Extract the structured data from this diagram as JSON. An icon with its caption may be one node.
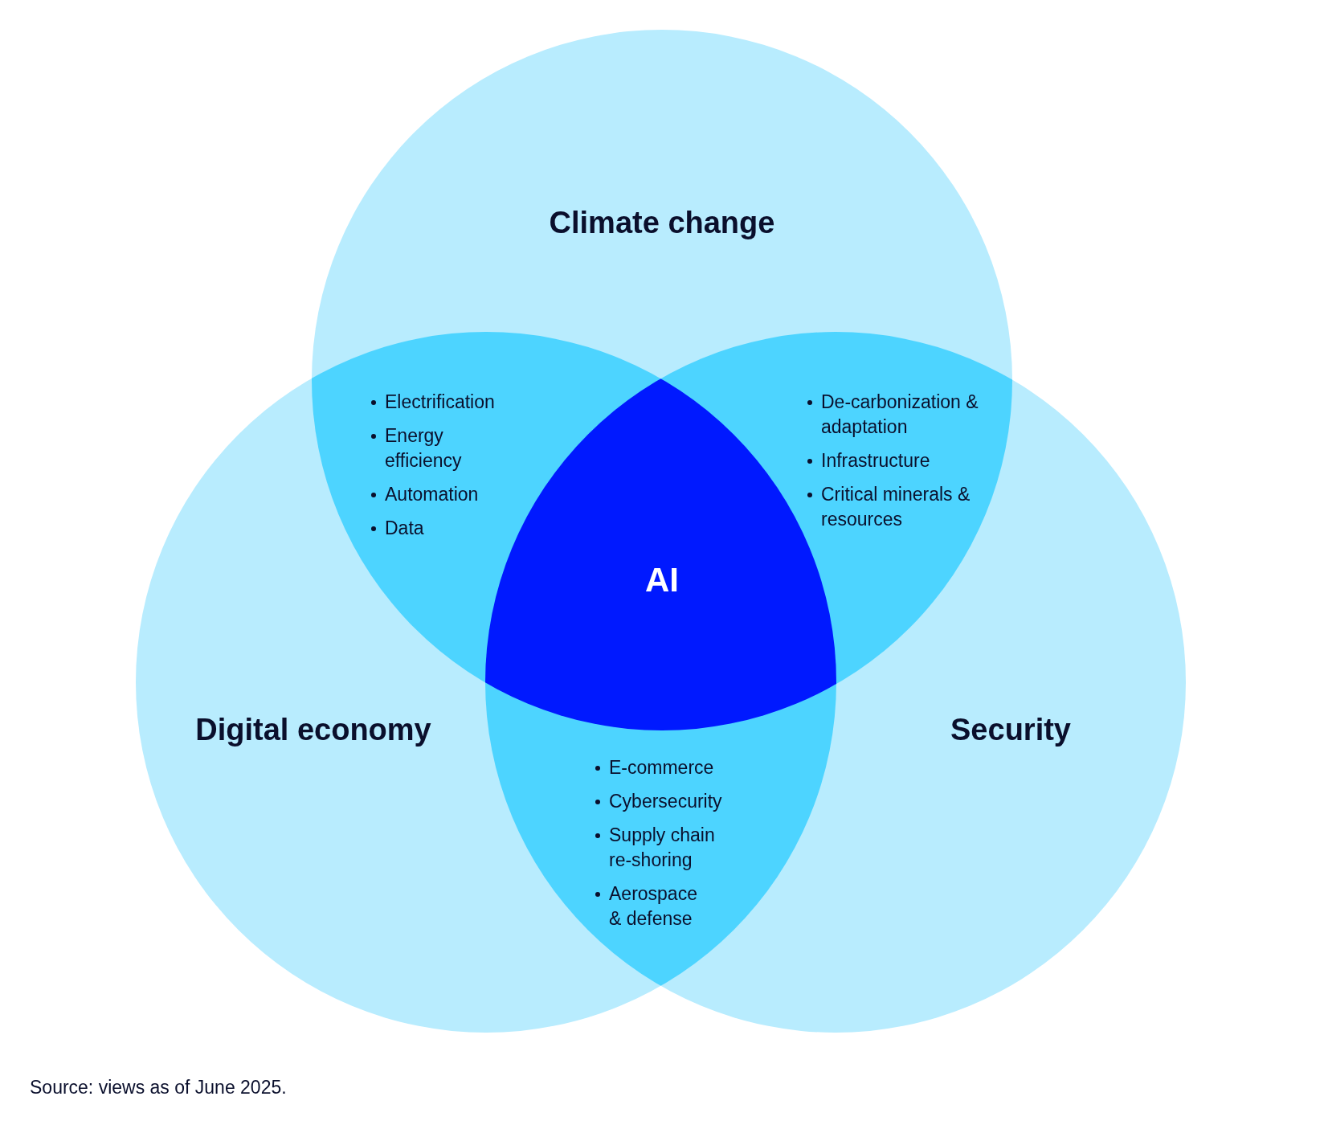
{
  "diagram": {
    "caption": "Source: views as of June 2025.",
    "nodes": [
      {
        "text": [
          "Climate change"
        ]
      },
      {
        "text": [
          "Digital economy"
        ]
      },
      {
        "text": [
          "Security"
        ]
      },
      {
        "text": [
          "Electrification",
          "Energy efficiency",
          "Automation",
          "Data"
        ]
      },
      {
        "text": [
          "De-carbonization & adaptation",
          "Infrastructure",
          "Critical minerals & resources"
        ]
      },
      {
        "text": [
          "E-commerce",
          "Cybersecurity",
          "Supply chain re-shoring",
          "Aerospace & defense"
        ]
      },
      {
        "text": [
          "AI"
        ]
      }
    ]
  }
}
